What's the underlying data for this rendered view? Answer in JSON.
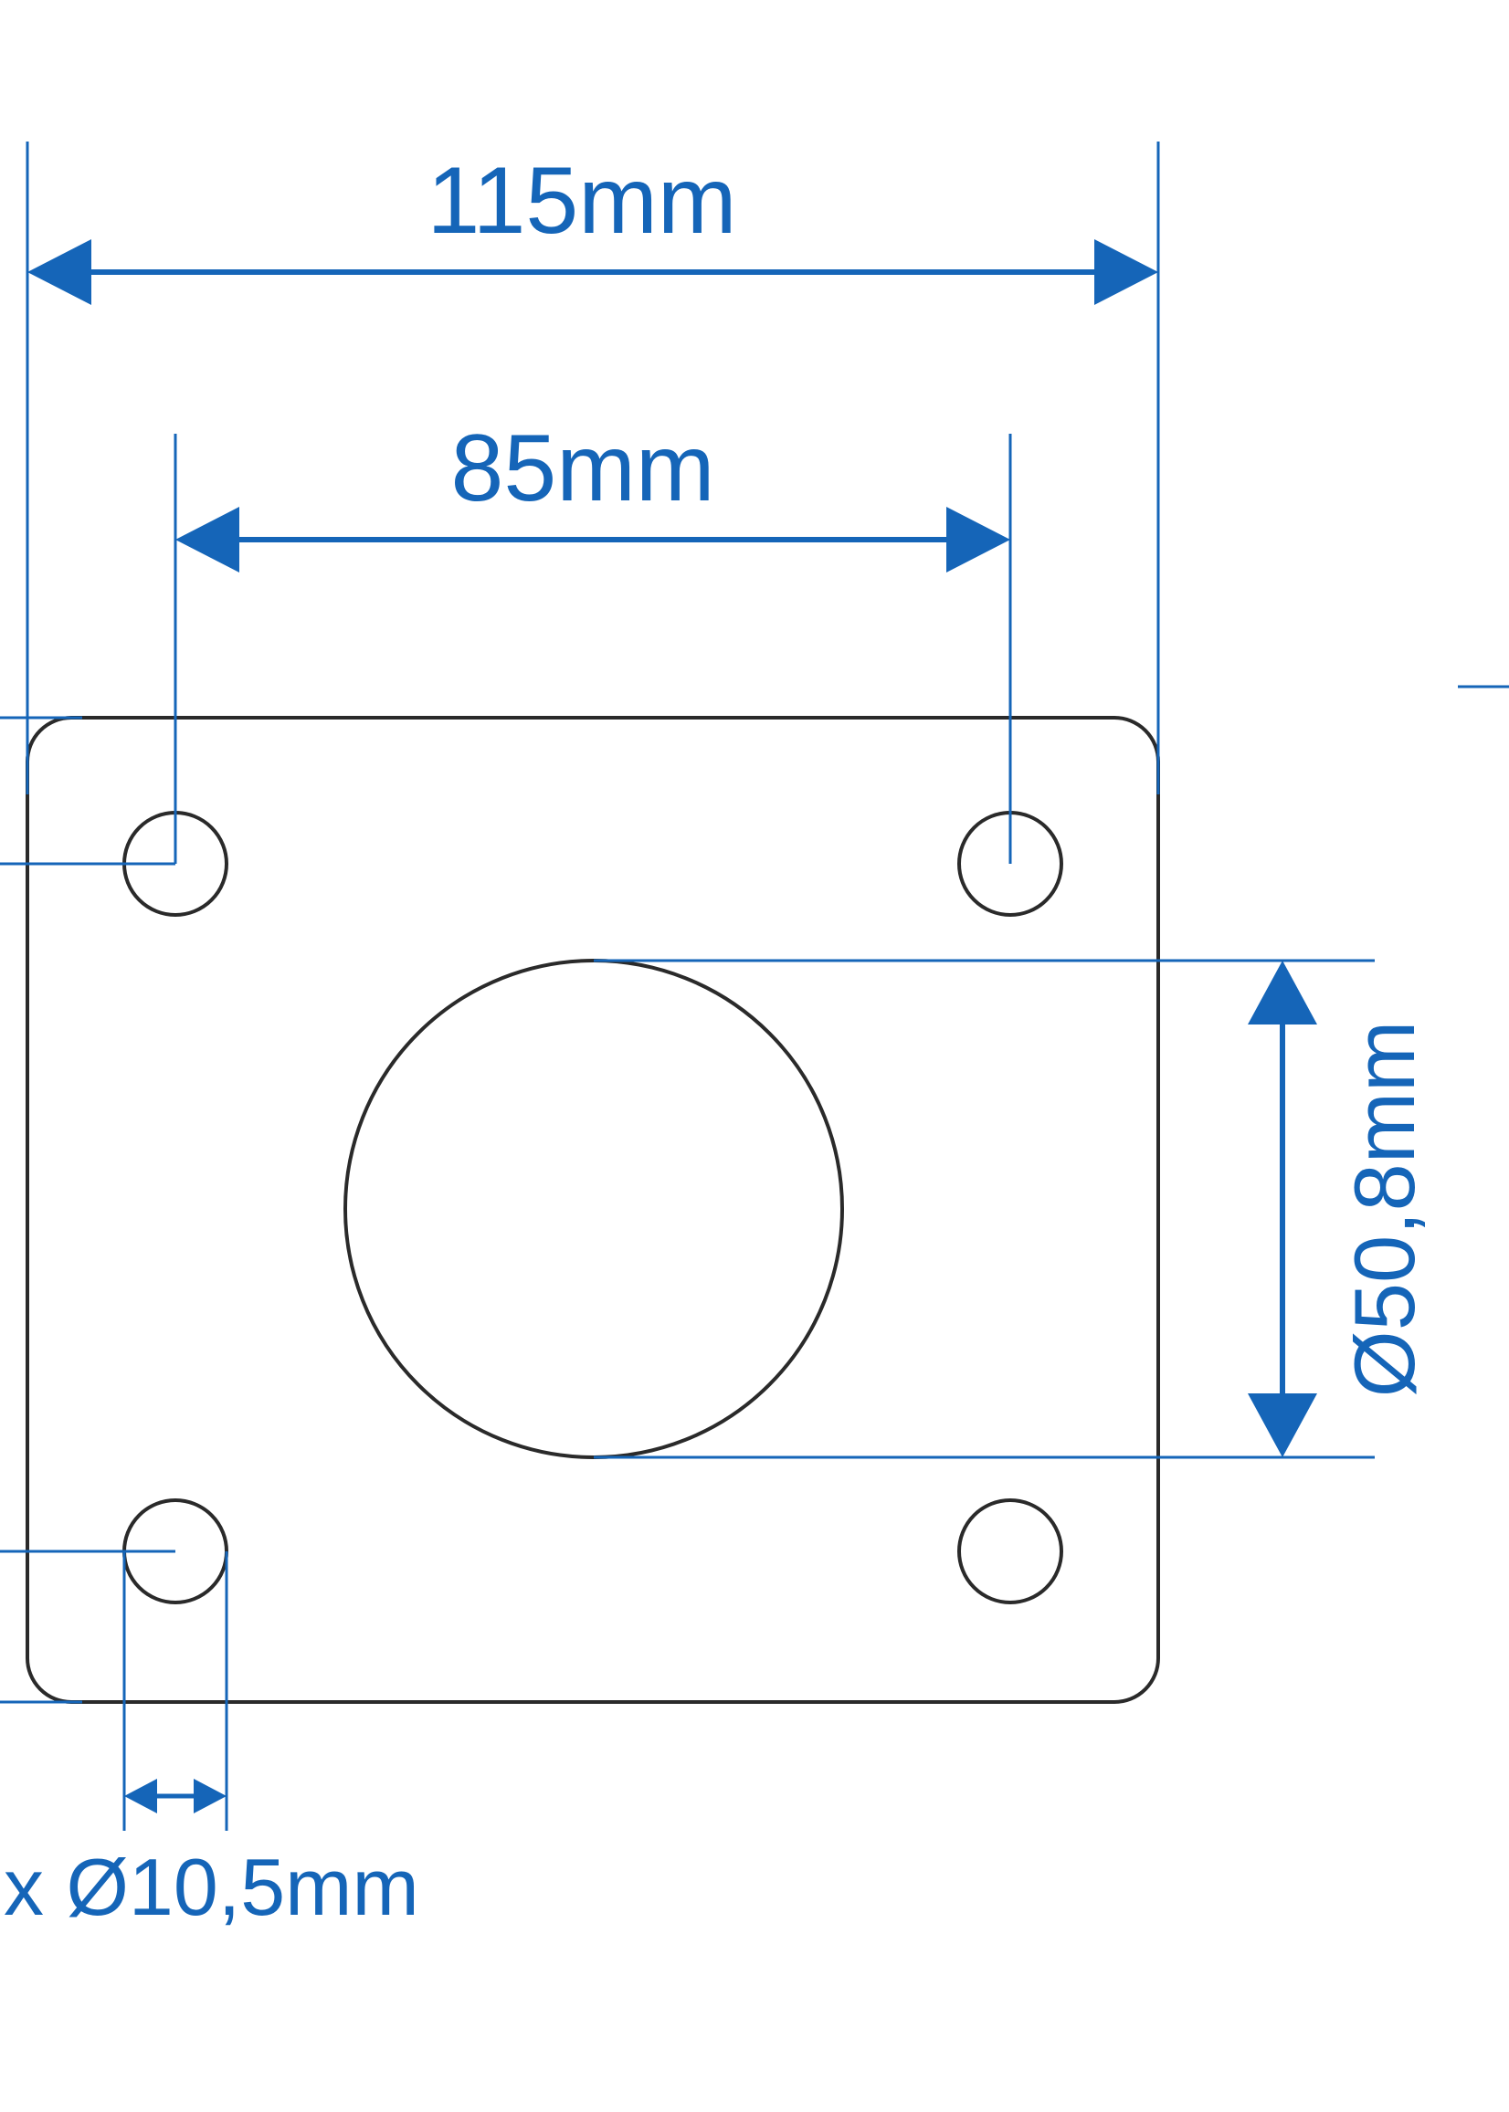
{
  "colors": {
    "dimension": "#1565b8",
    "outline": "#2a2a2a",
    "background": "#ffffff"
  },
  "dimensions": {
    "overall_width": "115mm",
    "hole_spacing": "85mm",
    "center_bore": "Ø50,8mm",
    "mounting_holes": "x Ø10,5mm"
  }
}
